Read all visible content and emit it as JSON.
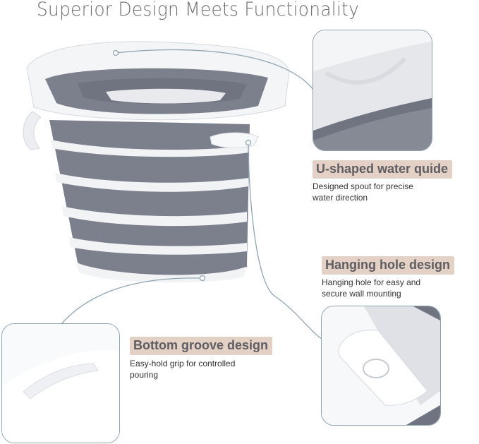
{
  "title": "Superior Design Meets Functionality",
  "features": [
    {
      "label": "U-shaped water quide",
      "desc_line1": "Designed spout for precise",
      "desc_line2": "water direction"
    },
    {
      "label": "Hanging hole design",
      "desc_line1": "Hanging hole for easy and",
      "desc_line2": "secure wall mounting"
    },
    {
      "label": "Bottom groove design",
      "desc_line1": "Easy-hold grip for controlled",
      "desc_line2": "pouring"
    }
  ],
  "colors": {
    "label_bg": "#e3d1c6",
    "label_text": "#5f5d62",
    "connector": "#8fa4b1",
    "bucket_gray": "#7b808c",
    "bucket_white": "#f2f3f5"
  }
}
